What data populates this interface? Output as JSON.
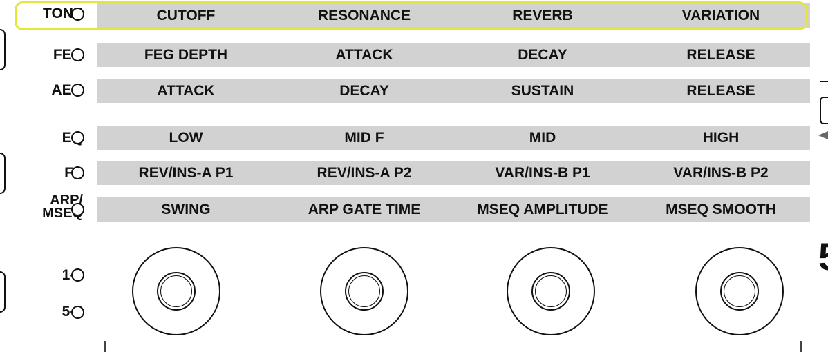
{
  "rows": [
    {
      "label": "TONE",
      "cells": [
        "CUTOFF",
        "RESONANCE",
        "REVERB",
        "VARIATION"
      ]
    },
    {
      "label": "FEG",
      "cells": [
        "FEG DEPTH",
        "ATTACK",
        "DECAY",
        "RELEASE"
      ]
    },
    {
      "label": "AEG",
      "cells": [
        "ATTACK",
        "DECAY",
        "SUSTAIN",
        "RELEASE"
      ]
    },
    {
      "label": "EQ",
      "cells": [
        "LOW",
        "MID F",
        "MID",
        "HIGH"
      ]
    },
    {
      "label": "FX",
      "cells": [
        "REV/INS-A P1",
        "REV/INS-A P2",
        "VAR/INS-B P1",
        "VAR/INS-B P2"
      ]
    },
    {
      "label_line1": "ARP/",
      "label_line2": "MSEQ",
      "cells": [
        "SWING",
        "ARP GATE TIME",
        "MSEQ AMPLITUDE",
        "MSEQ SMOOTH"
      ]
    }
  ],
  "knob_banks": [
    {
      "label": "1-4"
    },
    {
      "label": "5-8"
    }
  ],
  "side_fragment": "5",
  "highlight_color": "#e4e63a"
}
